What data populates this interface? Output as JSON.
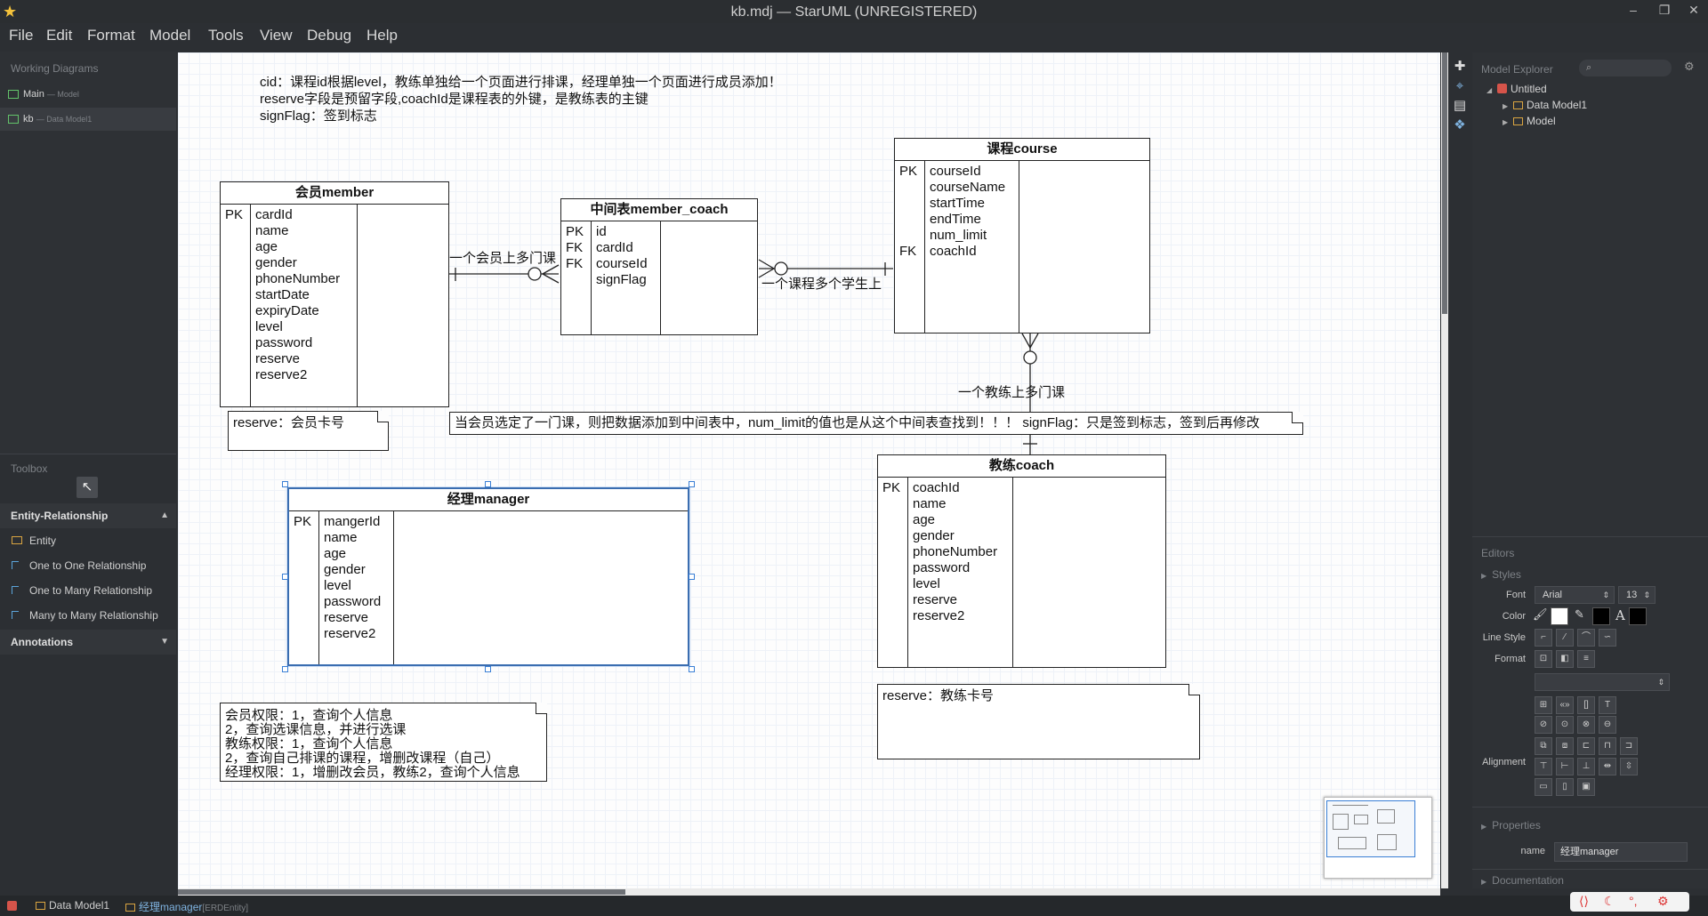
{
  "window": {
    "title": "kb.mdj — StarUML (UNREGISTERED)",
    "controls": {
      "minimize": "–",
      "restore": "❐",
      "close": "✕"
    }
  },
  "menu": [
    "File",
    "Edit",
    "Format",
    "Model",
    "Tools",
    "View",
    "Debug",
    "Help"
  ],
  "working_diagrams": {
    "title": "Working Diagrams",
    "items": [
      {
        "name": "Main",
        "sub": "— Model"
      },
      {
        "name": "kb",
        "sub": "— Data Model1"
      }
    ]
  },
  "toolbox": {
    "title": "Toolbox",
    "cursor_icon": "cursor-arrow-icon",
    "groups": [
      {
        "label": "Entity-Relationship",
        "arrow": "▲",
        "items": [
          "Entity",
          "One to One Relationship",
          "One to Many Relationship",
          "Many to Many Relationship"
        ]
      },
      {
        "label": "Annotations",
        "arrow": "▼",
        "items": []
      }
    ]
  },
  "diagram": {
    "top_note": [
      "cid：课程id根据level，教练单独给一个页面进行排课，经理单独一个页面进行成员添加！",
      "reserve字段是预留字段,coachId是课程表的外键，是教练表的主键",
      "signFlag：签到标志"
    ],
    "entities": {
      "member": {
        "name": "会员member",
        "keys": [
          "PK"
        ],
        "cols": [
          "cardId",
          "name",
          "age",
          "gender",
          "phoneNumber",
          "startDate",
          "expiryDate",
          "level",
          "password",
          "reserve",
          "reserve2"
        ]
      },
      "member_coach": {
        "name": "中间表member_coach",
        "keys": [
          "PK",
          "FK",
          "FK"
        ],
        "cols": [
          "id",
          "cardId",
          "courseId",
          "signFlag"
        ]
      },
      "course": {
        "name": "课程course",
        "keys": [
          "PK",
          "",
          "",
          "",
          "",
          "FK"
        ],
        "cols": [
          "courseId",
          "courseName",
          "startTime",
          "endTime",
          "num_limit",
          "coachId"
        ]
      },
      "manager": {
        "name": "经理manager",
        "keys": [
          "PK"
        ],
        "cols": [
          "mangerId",
          "name",
          "age",
          "gender",
          "level",
          "password",
          "reserve",
          "reserve2"
        ]
      },
      "coach": {
        "name": "教练coach",
        "keys": [
          "PK"
        ],
        "cols": [
          "coachId",
          "name",
          "age",
          "gender",
          "phoneNumber",
          "password",
          "level",
          "reserve",
          "reserve2"
        ]
      }
    },
    "relations": {
      "member_to_mc": "一个会员上多门课",
      "course_to_mc": "一个课程多个学生上",
      "coach_to_course": "一个教练上多门课"
    },
    "notes": {
      "member_reserve": "reserve：会员卡号",
      "mid_note": "当会员选定了一门课，则把数据添加到中间表中，num_limit的值也是从这个中间表查找到！！！ signFlag：只是签到标志，签到后再修改",
      "coach_reserve": "reserve：教练卡号",
      "permissions": [
        "会员权限：1，查询个人信息",
        "2，查询选课信息，并进行选课",
        "教练权限：1，查询个人信息",
        "2，查询自己排课的课程，增删改课程（自己）",
        "经理权限：1，增删改会员，教练2，查询个人信息"
      ]
    }
  },
  "model_explorer": {
    "title": "Model Explorer",
    "search_icon": "search-icon",
    "settings_icon": "gear-icon",
    "tree": [
      {
        "label": "Untitled",
        "level": 0,
        "expanded": true
      },
      {
        "label": "Data Model1",
        "level": 1,
        "expanded": false
      },
      {
        "label": "Model",
        "level": 1,
        "expanded": false
      }
    ]
  },
  "editors": {
    "title": "Editors",
    "styles_label": "Styles",
    "font_label": "Font",
    "font_value": "Arial",
    "font_size": "13",
    "color_label": "Color",
    "colors": {
      "fill": "#ffffff",
      "line": "#000000",
      "font": "#000000"
    },
    "line_style_label": "Line Style",
    "format_label": "Format",
    "alignment_label": "Alignment",
    "properties_label": "Properties",
    "name_label": "name",
    "name_value": "经理manager",
    "documentation_label": "Documentation"
  },
  "status": {
    "items": [
      {
        "label": "Data Model1",
        "sub": ""
      },
      {
        "label": "经理manager",
        "sub": "[ERDEntity]"
      }
    ]
  }
}
